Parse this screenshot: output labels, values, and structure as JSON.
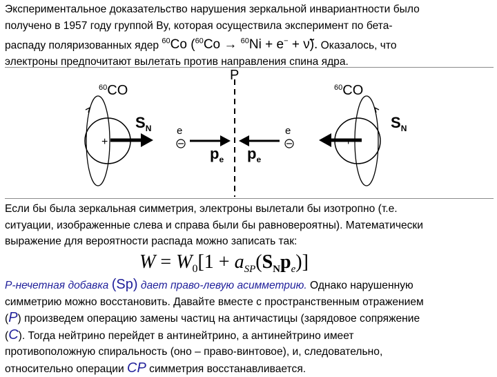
{
  "para1": {
    "line1": "Экспериментальное доказательство нарушения зеркальной инвариантности было",
    "line2": "получено в 1957 году группой By, которая осуществила эксперимент по бета-",
    "line3_pre": "распаду поляризованных ядер ",
    "mass60a": "60",
    "co": "Co",
    "open_paren": " (",
    "mass60b": "60",
    "co2": "Co",
    "arrow": " → ",
    "mass60c": "60",
    "ni": "Ni",
    "plus_e": " + e",
    "minus": "−",
    "plus_nu": " + ν̃",
    "close_paren": ").",
    "line3_post": " Оказалось, что",
    "line4": "электроны предпочитают вылетать против направления спина ядра."
  },
  "diagram": {
    "left_nucleus_label": "60CO",
    "right_nucleus_label": "60CO",
    "left_spin": "S",
    "left_spin_sub": "N",
    "right_spin": "S",
    "right_spin_sub": "N",
    "plus": "+",
    "electron_e": "e",
    "electron_minus": "⊖",
    "mirror_label": "P",
    "momentum": "p",
    "momentum_sub": "e"
  },
  "para2": {
    "line1": "Если бы была зеркальная симметрия, электроны вылетали бы изотропно (т.е.",
    "line2": "ситуации, изображенные слева и справа были бы равновероятны). Математически",
    "line3": "выражение для вероятности распада можно записать так:"
  },
  "formula": {
    "text": "W = W₀[1 + a_SP(S_N p_e)]"
  },
  "para3": {
    "l1_a": "P-нечетная добавка ",
    "l1_b": "(Sp)",
    "l1_c": " дает право-левую асимметрию.",
    "l1_d": " Однако нарушенную",
    "line2": "симметрию можно восстановить. Давайте вместе с пространственным отражением",
    "l3_a": "(",
    "l3_b": "P",
    "l3_c": ") произведем операцию замены частиц на античастицы (зарядовое сопряжение",
    "l4_a": "(",
    "l4_b": "C",
    "l4_c": "). Тогда нейтрино перейдет в антинейтрино, а антинейтрино имеет",
    "line5": "противоположную спиральность (оно – право-винтовое), и, следовательно,",
    "l6_a": "относительно операции ",
    "l6_b": "CP",
    "l6_c": " симметрия восстанавливается."
  },
  "colors": {
    "accent_blue": "#1f1f9a",
    "rule_gray": "#8a8a8a"
  }
}
